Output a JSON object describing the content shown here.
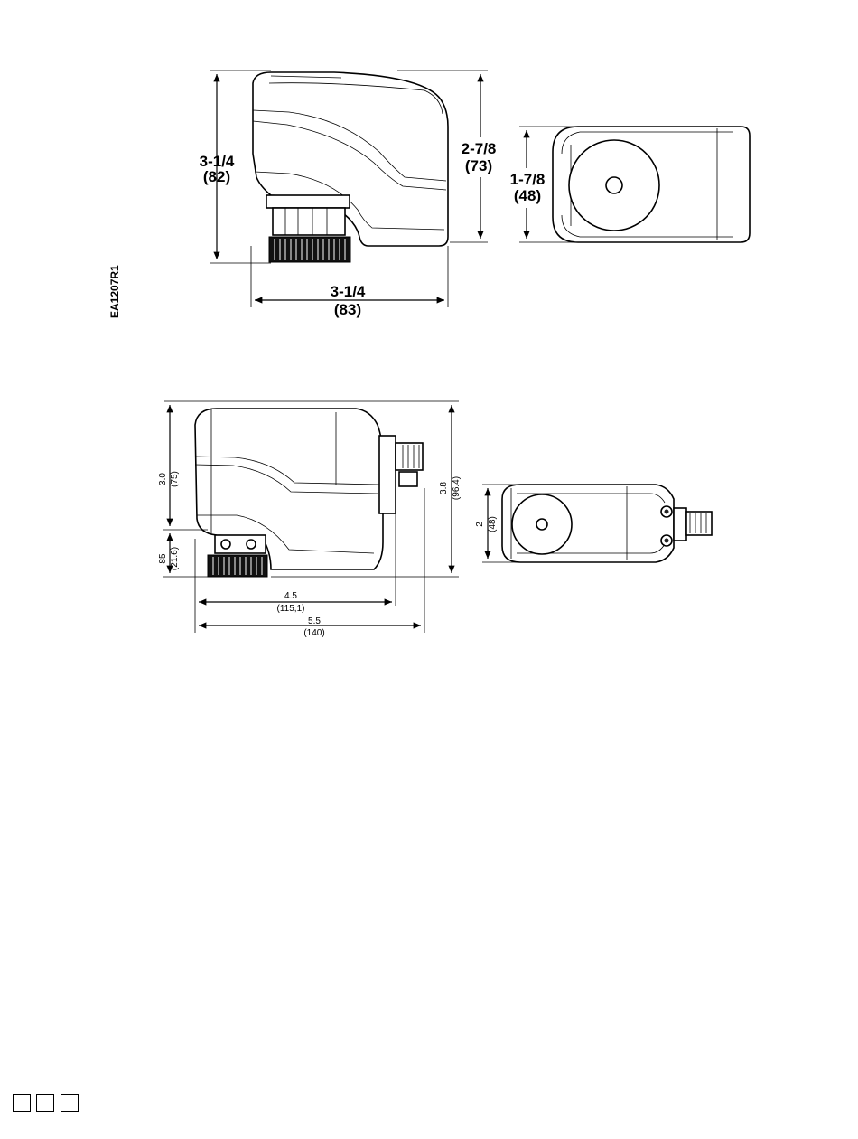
{
  "top": {
    "height_in": "3-1/4",
    "height_mm": "(82)",
    "body_in": "2-7/8",
    "body_mm": "(73)",
    "width_in": "3-1/4",
    "width_mm": "(83)",
    "depth_in": "1-7/8",
    "depth_mm": "(48)",
    "drawing_id": "EA1207R1"
  },
  "bottom": {
    "height_in": "3.0",
    "height_mm": "(75)",
    "total_in": "3.8",
    "total_mm": "(96.4)",
    "neck_in": "85",
    "neck_mm": "(21.6)",
    "body_len_in": "4.5",
    "body_len_mm": "(115,1)",
    "total_len_in": "5.5",
    "total_len_mm": "(140)",
    "depth_in": "2",
    "depth_mm": "(48)"
  }
}
